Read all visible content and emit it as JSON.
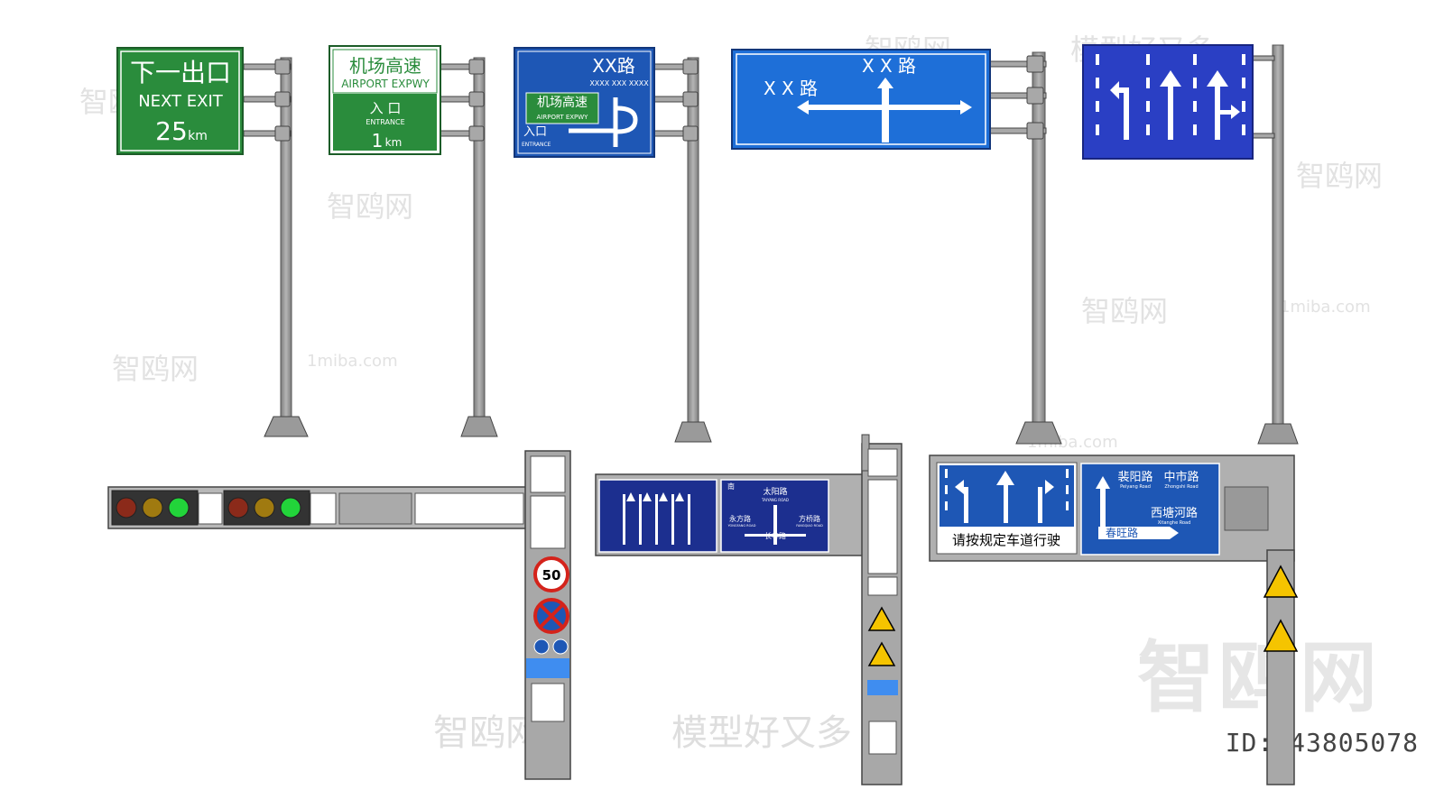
{
  "signs": {
    "next_exit": {
      "zh": "下一出口",
      "en": "NEXT EXIT",
      "dist": "25",
      "unit": "km"
    },
    "airport": {
      "zh": "机场高速",
      "en": "AIRPORT EXPWY",
      "entrance_zh": "入 口",
      "entrance_en": "ENTRANCE",
      "dist": "1",
      "unit": "km"
    },
    "xx_road_entrance": {
      "road": "XX路",
      "road_en": "XXXX XXX XXXX",
      "box_zh": "机场高速",
      "box_en": "AIRPORT EXPWY",
      "entrance_zh": "入口",
      "entrance_en": "ENTRANCE"
    },
    "intersection": {
      "top_road": "X X 路",
      "left_road": "X X 路"
    },
    "gantry2": {
      "north": "南",
      "top_road_zh": "太阳路",
      "top_road_en": "TAIYANG ROAD",
      "left_road_zh": "永方路",
      "left_road_en": "YONGFANG ROAD",
      "right_road_zh": "方桥路",
      "right_road_en": "FANGQIAO ROAD",
      "bottom_road_zh": "长春路"
    },
    "gantry3": {
      "lane_text": "请按规定车道行驶",
      "road1_zh": "裴阳路",
      "road1_en": "Peiyang Road",
      "road2_zh": "中市路",
      "road2_en": "Zhongshi Road",
      "road3_zh": "西塘河路",
      "road3_en": "Xitanghe Road",
      "road4_zh": "春旺路"
    },
    "speed_limit": "50"
  },
  "watermarks": {
    "brand": "智鸥网",
    "slogan": "模型好又多",
    "site": "1miba.com",
    "id_text": "ID:843805078"
  },
  "colors": {
    "green_sign": "#2a8c3c",
    "blue_sign": "#1e57b5",
    "lane_blue": "#2a3fc4",
    "dark_blue": "#1c2f8f",
    "pole": "#9a9a9a",
    "light_red": "#8b2a1a",
    "light_amber": "#a07a10",
    "light_green": "#22d43a"
  }
}
